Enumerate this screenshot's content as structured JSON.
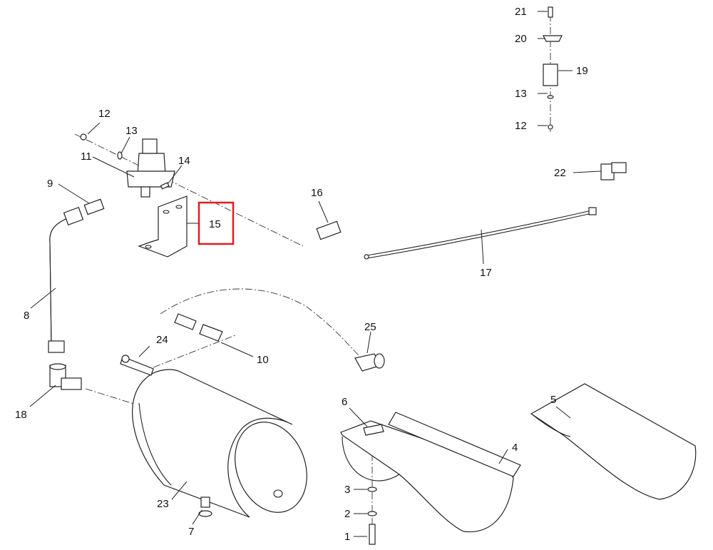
{
  "labels": {
    "l1": "1",
    "l2": "2",
    "l3": "3",
    "l4": "4",
    "l5": "5",
    "l6": "6",
    "l7": "7",
    "l8": "8",
    "l9": "9",
    "l10": "10",
    "l11": "11",
    "l12a": "12",
    "l12b": "12",
    "l13a": "13",
    "l13b": "13",
    "l14": "14",
    "l15": "15",
    "l16": "16",
    "l17": "17",
    "l18": "18",
    "l19": "19",
    "l20": "20",
    "l21": "21",
    "l22": "22",
    "l23": "23",
    "l24": "24",
    "l25": "25"
  },
  "highlight": {
    "label": "15",
    "color": "#e31b1b"
  }
}
